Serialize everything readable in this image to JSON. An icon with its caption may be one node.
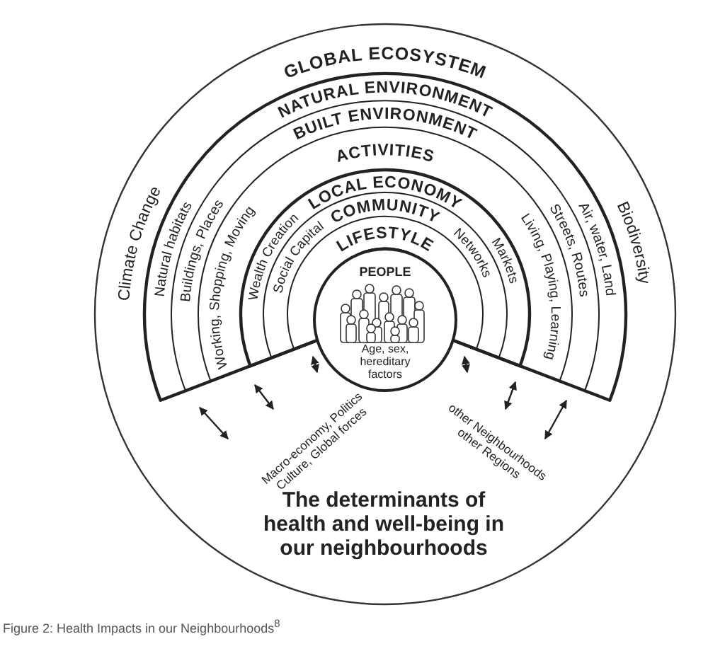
{
  "diagram": {
    "title": "The determinants of health and well-being in our neighbourhoods",
    "caption": "Figure 2: Health Impacts in our Neighbourhoods$^{8}$",
    "nodes": [
      {
        "text": [
          "GLOBAL ECOSYSTEM",
          "Climate Change",
          "Biodiversity"
        ]
      },
      {
        "text": [
          "NATURAL ENVIRONMENT",
          "Natural habitats",
          "Air, water, Land"
        ],
        "in": 0
      },
      {
        "text": [
          "BUILT ENVIRONMENT",
          "Buildings, Places",
          "Streets, Routes"
        ],
        "in": 1
      },
      {
        "text": [
          "ACTIVITIES",
          "Working, Shopping, Moving",
          "Living, Playing, Learning"
        ],
        "in": 2
      },
      {
        "text": [
          "LOCAL ECONOMY",
          "Wealth Creation",
          "Markets"
        ],
        "in": 3
      },
      {
        "text": [
          "COMMUNITY",
          "Social Capital",
          "Networks"
        ],
        "in": 4
      },
      {
        "text": [
          "LIFESTYLE"
        ],
        "in": 5
      },
      {
        "text": [
          "PEOPLE",
          "Age, sex, hereditary factors"
        ],
        "in": 0
      }
    ],
    "labels": [
      "Macro-economy, Politics Culture, Global forces",
      "other Neighbourhoods other Regions"
    ]
  }
}
